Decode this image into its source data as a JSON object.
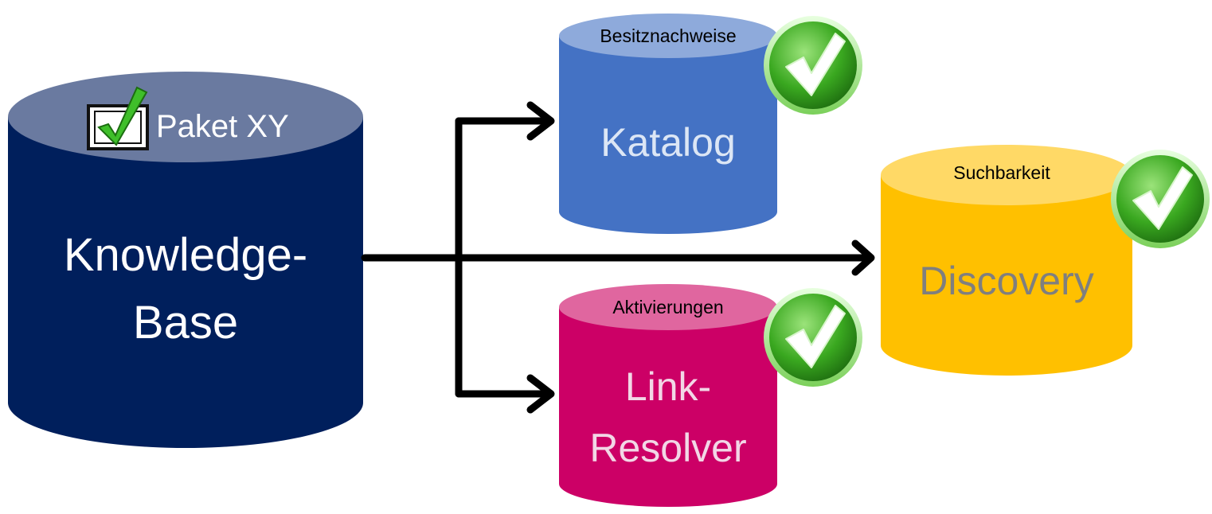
{
  "knowledge_base": {
    "title_line1": "Knowledge-",
    "title_line2": "Base",
    "package_label": "Paket XY",
    "body_color": "#001f5c",
    "top_color": "#6a7aa0"
  },
  "catalog": {
    "title": "Katalog",
    "top_label": "Besitznachweise",
    "body_color": "#4472c4",
    "top_color": "#8eaadb"
  },
  "link_resolver": {
    "title_line1": "Link-",
    "title_line2": "Resolver",
    "top_label": "Aktivierungen",
    "body_color": "#cc0066",
    "top_color": "#e0669f"
  },
  "discovery": {
    "title": "Discovery",
    "top_label": "Suchbarkeit",
    "body_color": "#ffc000",
    "top_color": "#ffd966",
    "title_color": "#7f7f7f"
  },
  "check_badge": {
    "icon": "check-circle-icon",
    "color": "#3aa820"
  }
}
